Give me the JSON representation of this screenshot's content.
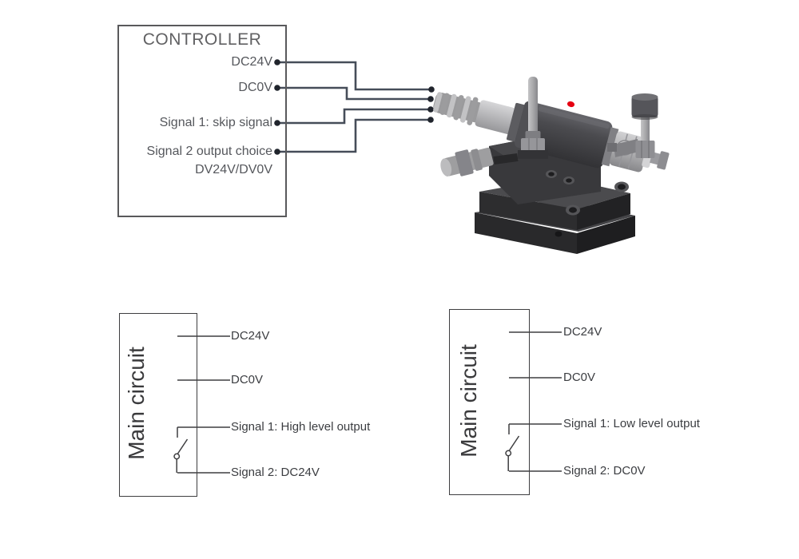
{
  "controller": {
    "title": "CONTROLLER",
    "terminals": [
      {
        "label": "DC24V"
      },
      {
        "label": "DC0V"
      },
      {
        "label": "Signal 1: skip signal"
      },
      {
        "label": "Signal 2 output choice",
        "sublabel": "DV24V/DV0V"
      }
    ]
  },
  "device": {
    "indicator_color": "#e60012"
  },
  "circuits": [
    {
      "title": "Main circuit",
      "lines": [
        "DC24V",
        "DC0V",
        "Signal 1: High level output",
        "Signal 2: DC24V"
      ]
    },
    {
      "title": "Main circuit",
      "lines": [
        "DC24V",
        "DC0V",
        "Signal 1: Low level output",
        "Signal 2: DC0V"
      ]
    }
  ],
  "colors": {
    "wire": "#464d59",
    "terminal_dot": "#20242c",
    "circuit_line": "#3e3e40",
    "controller_border": "#59595b",
    "controller_title_text": "#616163",
    "controller_label_text": "#55575c",
    "circuit_label_text": "#3b3d41"
  }
}
